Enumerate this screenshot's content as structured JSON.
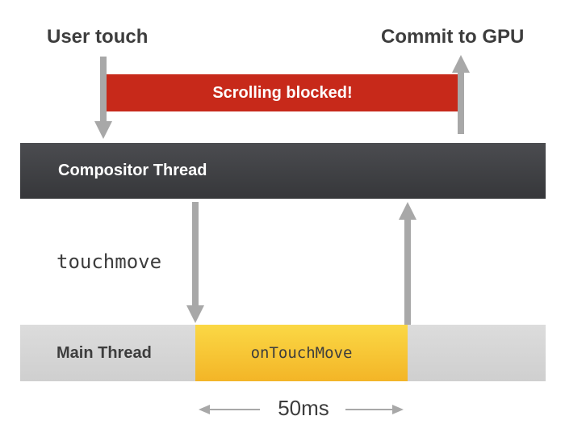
{
  "labels": {
    "user_touch": "User touch",
    "commit_to_gpu": "Commit to GPU",
    "scrolling_blocked": "Scrolling blocked!",
    "compositor_thread": "Compositor Thread",
    "touchmove": "touchmove",
    "main_thread": "Main Thread",
    "on_touch_move": "onTouchMove",
    "duration": "50ms"
  },
  "colors": {
    "blocked_bar": "#c7291a",
    "compositor_bar": "#424346",
    "main_thread_bar": "#d6d6d6",
    "handler_block": "#f7c732",
    "arrow": "#a8a8a8",
    "text_dark": "#3d3d3d"
  }
}
